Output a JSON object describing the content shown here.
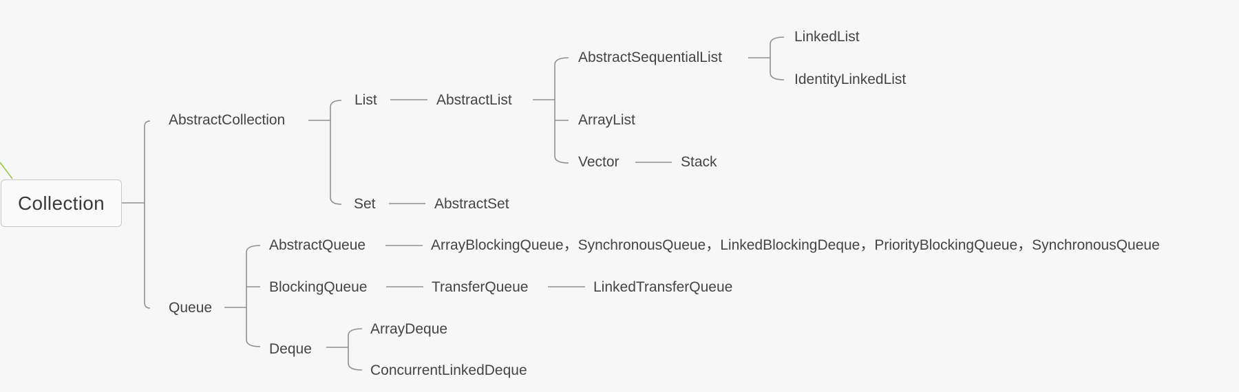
{
  "root": {
    "label": "Collection"
  },
  "nodes": {
    "abstract_collection": "AbstractCollection",
    "list": "List",
    "abstract_list": "AbstractList",
    "abstract_sequential_list": "AbstractSequentialList",
    "linked_list": "LinkedList",
    "identity_linked_list": "IdentityLinkedList",
    "array_list": "ArrayList",
    "vector": "Vector",
    "stack": "Stack",
    "set": "Set",
    "abstract_set": "AbstractSet",
    "queue": "Queue",
    "abstract_queue": "AbstractQueue",
    "abstract_queue_impls": "ArrayBlockingQueue，SynchronousQueue，LinkedBlockingDeque，PriorityBlockingQueue，SynchronousQueue",
    "blocking_queue": "BlockingQueue",
    "transfer_queue": "TransferQueue",
    "linked_transfer_queue": "LinkedTransferQueue",
    "deque": "Deque",
    "array_deque": "ArrayDeque",
    "concurrent_linked_deque": "ConcurrentLinkedDeque"
  },
  "colors": {
    "background": "#f7f7f7",
    "connector": "#8f8f8f",
    "branch": "#9bc64b",
    "text": "#444444"
  }
}
